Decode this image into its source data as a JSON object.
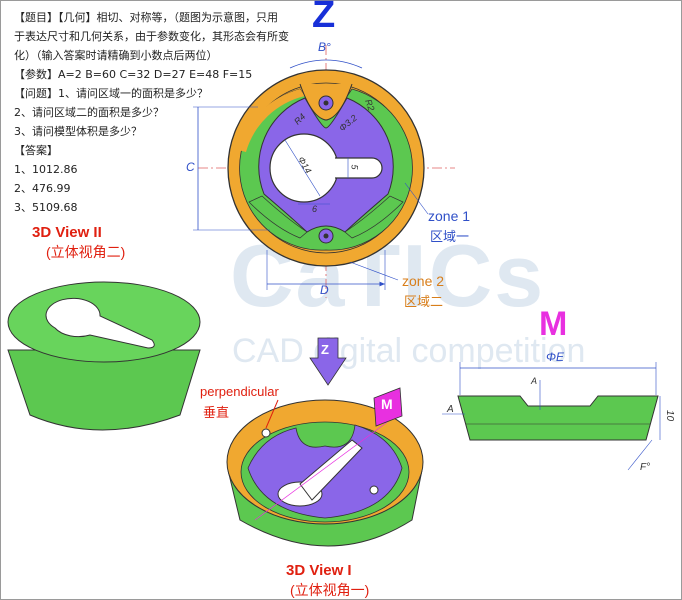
{
  "problem": {
    "line1": "【题目】【几何】相切、对称等，（题图为示意图，只用",
    "line2": "于表达尺寸和几何关系，由于参数变化，其形态会有所变",
    "line3": "化）（输入答案时请精确到小数点后两位）",
    "params": "【参数】A=2   B=60   C=32   D=27   E=48   F=15",
    "q1": "【问题】1、请问区域一的面积是多少？",
    "q2": "2、请问区域二的面积是多少？",
    "q3": "3、请问模型体积是多少？",
    "answer_header": "【答案】",
    "a1": "1、1012.86",
    "a2": "2、476.99",
    "a3": "3、5109.68"
  },
  "views": {
    "z_label": "Z",
    "m_label": "M",
    "view2_title": "3D View II",
    "view2_sub": "(立体视角二)",
    "view1_title": "3D View I",
    "view1_sub": "(立体视角一)",
    "perpendicular": "perpendicular",
    "perpendicular_cn": "垂直",
    "zone1": "zone 1",
    "zone1_cn": "区域一",
    "zone2": "zone 2",
    "zone2_cn": "区域二",
    "small_z": "Z",
    "small_m": "M"
  },
  "dims": {
    "B": "B°",
    "C": "C",
    "D": "D",
    "R2": "R2",
    "R4": "R4",
    "phi32": "Φ3.2",
    "phi14": "Φ14",
    "five": "5",
    "six": "6",
    "phiE": "ΦE",
    "A_top": "A",
    "A_side": "A",
    "ten": "10",
    "F": "F°"
  },
  "watermark": {
    "main": "CaTICs",
    "sub": "CAD digital competition"
  },
  "colors": {
    "orange": "#f0a830",
    "purple": "#8a66e8",
    "green": "#5cc850",
    "dim_blue": "#3050c8",
    "title_red": "#e02010",
    "magenta": "#e830e0",
    "z_blue": "#1830d8"
  }
}
